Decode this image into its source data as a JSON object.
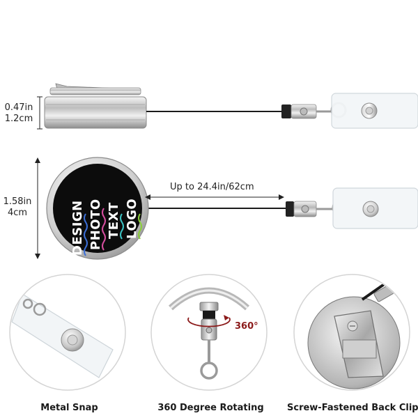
{
  "dimensions": {
    "thickness_in": "0.47in",
    "thickness_cm": "1.2cm",
    "diameter_in": "1.58in",
    "diameter_cm": "4cm",
    "cord_length": "Up to 24.4in/62cm"
  },
  "badge_words": [
    "DESIGN",
    "PHOTO",
    "TEXT",
    "LOGO"
  ],
  "rotation_label": "360°",
  "features": [
    {
      "caption": "Metal Snap"
    },
    {
      "caption": "360 Degree Rotating"
    },
    {
      "caption": "Screw-Fastened Back Clip"
    }
  ],
  "colors": {
    "badge_face": "#0c0c0c",
    "metal": "#c9c9c9",
    "rotation_accent": "#8b1a1a"
  }
}
